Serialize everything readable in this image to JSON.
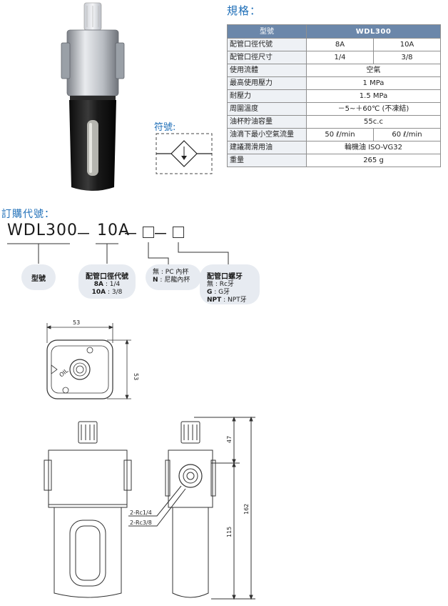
{
  "spec": {
    "title": "規格：",
    "header": {
      "label": "型號",
      "value": "WDL300"
    },
    "rows": [
      {
        "label": "配管口徑代號",
        "v1": "8A",
        "v2": "10A"
      },
      {
        "label": "配管口徑尺寸",
        "v1": "1/4",
        "v2": "3/8"
      },
      {
        "label": "使用流體",
        "value": "空氣"
      },
      {
        "label": "最高使用壓力",
        "value": "1 MPa"
      },
      {
        "label": "耐壓力",
        "value": "1.5 MPa"
      },
      {
        "label": "周圍溫度",
        "value": "－5~＋60℃ (不凍結)"
      },
      {
        "label": "油杯貯油容量",
        "value": "55c.c"
      },
      {
        "label": "油滴下最小空氣流量",
        "v1": "50 ℓ/min",
        "v2": "60 ℓ/min"
      },
      {
        "label": "建議潤滑用油",
        "value": "輪機油 ISO-VG32"
      },
      {
        "label": "重量",
        "value": "265 g"
      }
    ]
  },
  "symbol": {
    "label": "符號:"
  },
  "order": {
    "title": "訂購代號：",
    "model_code": "WDL300",
    "dash": "－",
    "port_code": "10A",
    "groups": [
      {
        "title": "型號"
      },
      {
        "title": "配管口徑代號",
        "lines": [
          {
            "key": "8A",
            "sep": " : ",
            "text": "1/4"
          },
          {
            "key": "10A",
            "sep": " : ",
            "text": "3/8"
          }
        ]
      },
      {
        "lines": [
          {
            "key": "無",
            "sep": " : ",
            "text": "PC 內杯"
          },
          {
            "key": "N",
            "sep": " : ",
            "text": "尼龍內杯"
          }
        ]
      },
      {
        "title": "配管口螺牙",
        "lines": [
          {
            "key": "無",
            "sep": " : ",
            "text": "Rc牙"
          },
          {
            "key": "G",
            "sep": " : ",
            "text": "G牙"
          },
          {
            "key": "NPT",
            "sep": " : ",
            "text": "NPT牙"
          }
        ]
      }
    ]
  },
  "drawing": {
    "top_width": "53",
    "top_height": "53",
    "total_height": "162",
    "upper_height": "47",
    "lower_height": "115",
    "port_label_1": "2-Rc1/4",
    "port_label_2": "2-Rc3/8",
    "oil_mark": "OIL"
  },
  "colors": {
    "accent": "#1f6fb8",
    "table_header": "#6b87aa",
    "table_label_bg": "#eef1f5",
    "pill_bg": "#e7ebf1"
  }
}
